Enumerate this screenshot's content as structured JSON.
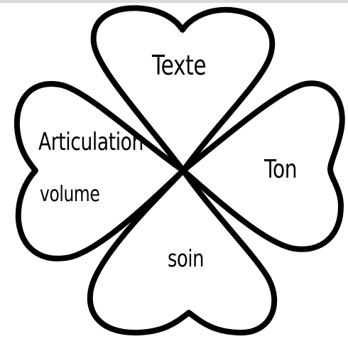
{
  "clover": {
    "petals": {
      "top": {
        "label": "Texte"
      },
      "right": {
        "label": "Ton"
      },
      "bottom": {
        "label": "soin"
      },
      "left": {
        "label_line1": "Articulation",
        "label_line2": "volume"
      }
    },
    "colors": {
      "stroke": "#000000",
      "fill": "#ffffff",
      "top_bar": "#d9d9d9"
    }
  }
}
